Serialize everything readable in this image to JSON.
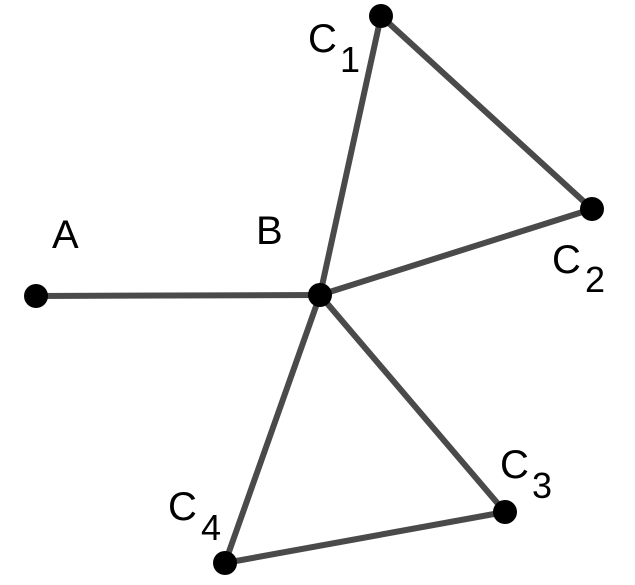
{
  "graph": {
    "nodes": [
      {
        "id": "A",
        "label": "A",
        "sub": ""
      },
      {
        "id": "B",
        "label": "B",
        "sub": ""
      },
      {
        "id": "C1",
        "label": "C",
        "sub": "1"
      },
      {
        "id": "C2",
        "label": "C",
        "sub": "2"
      },
      {
        "id": "C3",
        "label": "C",
        "sub": "3"
      },
      {
        "id": "C4",
        "label": "C",
        "sub": "4"
      }
    ],
    "edges": [
      [
        "A",
        "B"
      ],
      [
        "B",
        "C1"
      ],
      [
        "C1",
        "C2"
      ],
      [
        "C2",
        "B"
      ],
      [
        "B",
        "C3"
      ],
      [
        "C3",
        "C4"
      ],
      [
        "C4",
        "B"
      ]
    ],
    "colors": {
      "edge": "#4a4a4a",
      "node": "#000000"
    }
  }
}
